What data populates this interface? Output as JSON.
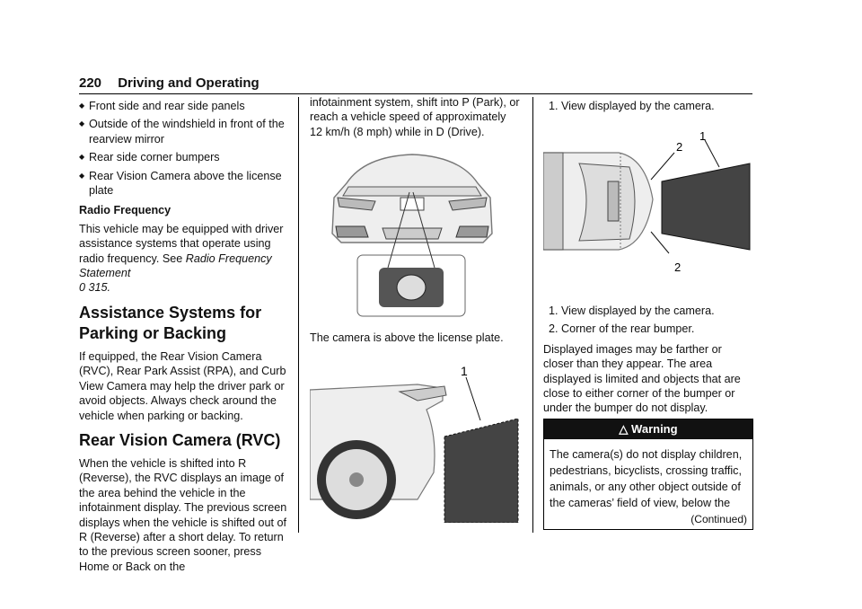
{
  "header": {
    "page_number": "220",
    "section": "Driving and Operating"
  },
  "col1": {
    "bullets": [
      "Front side and rear side panels",
      "Outside of the windshield in front of the rearview mirror",
      "Rear side corner bumpers",
      "Rear Vision Camera above the license plate"
    ],
    "radio_heading": "Radio Frequency",
    "radio_text": "This vehicle may be equipped with driver assistance systems that operate using radio frequency. See ",
    "radio_link": "Radio Frequency Statement",
    "radio_ref": "0 315.",
    "heading_parking": "Assistance Systems for Parking or Backing",
    "parking_text": "If equipped, the Rear Vision Camera (RVC), Rear Park Assist (RPA), and Curb View Camera may help the driver park or avoid objects. Always check around the vehicle when parking or backing.",
    "heading_rvc": "Rear Vision Camera (RVC)",
    "rvc_text": "When the vehicle is shifted into R (Reverse), the RVC displays an image of the area behind the vehicle in the infotainment display. The previous screen displays when the vehicle is shifted out of R (Reverse) after a short delay. To return to the previous screen sooner, press Home or Back on the"
  },
  "col2": {
    "text_top": "infotainment system, shift into P (Park), or reach a vehicle speed of approximately 12  km/h (8 mph) while in D (Drive).",
    "caption": "The camera is above the license plate.",
    "side_label_1": "1"
  },
  "col3": {
    "list_top": [
      "View displayed by the camera."
    ],
    "top_label_1": "1",
    "top_label_2a": "2",
    "top_label_2b": "2",
    "list_bottom": [
      "View displayed by the camera.",
      "Corner of the rear bumper."
    ],
    "body": "Displayed images may be farther or closer than they appear. The area displayed is limited and objects that are close to either corner of the bumper or under the bumper do not display.",
    "warning_title": "Warning",
    "warning_text": "The camera(s) do not display children, pedestrians, bicyclists, crossing traffic, animals, or any other object outside of the cameras’ field of view, below the",
    "continued": "(Continued)"
  }
}
